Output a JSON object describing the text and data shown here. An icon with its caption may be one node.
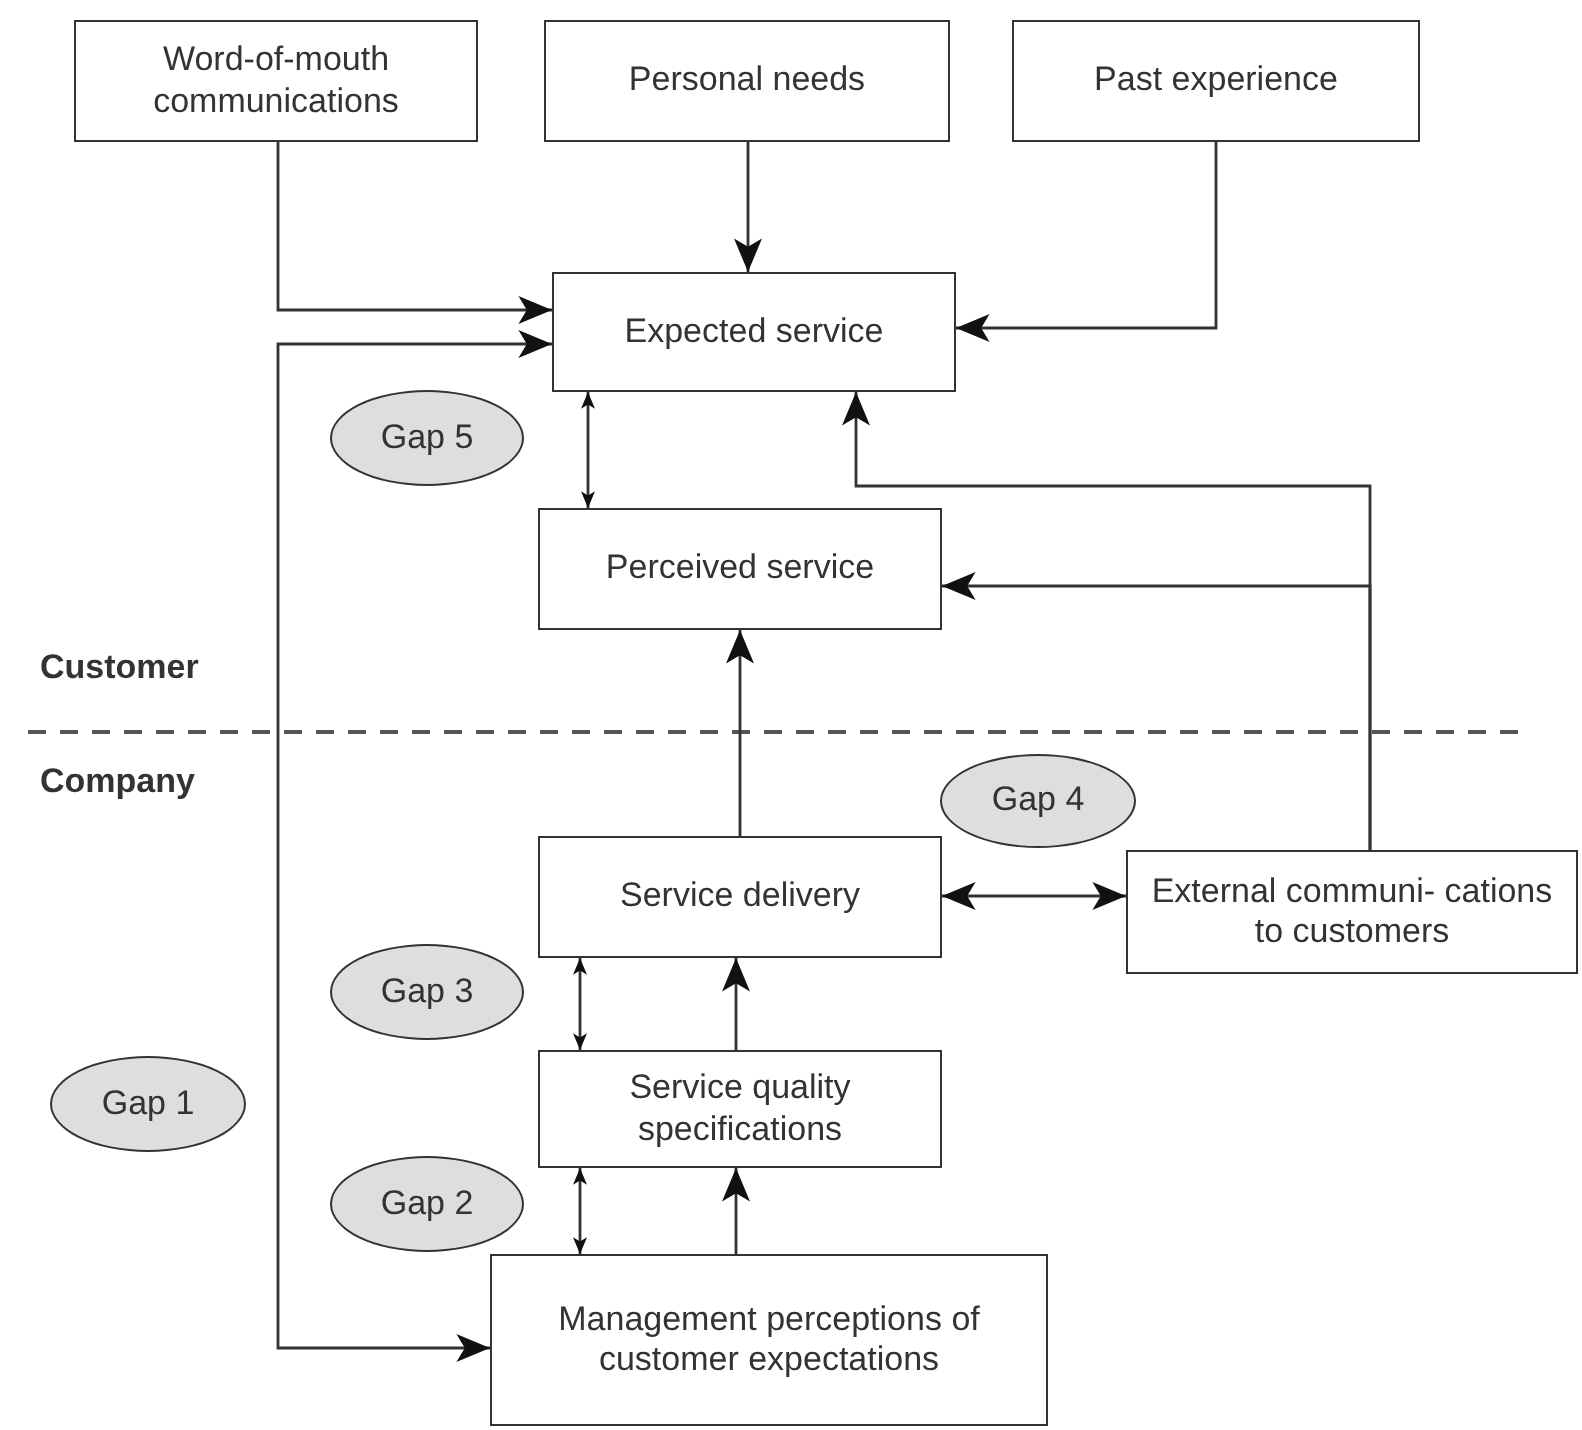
{
  "diagram": {
    "nodes": [
      {
        "text": [
          "Word-of-mouth communications"
        ]
      },
      {
        "text": [
          "Personal needs"
        ]
      },
      {
        "text": [
          "Past experience"
        ]
      },
      {
        "text": [
          "Expected service"
        ]
      },
      {
        "text": [
          "Perceived service"
        ]
      },
      {
        "text": [
          "Gap 5"
        ]
      },
      {
        "text": [
          "Gap 4"
        ]
      },
      {
        "text": [
          "Service delivery"
        ]
      },
      {
        "text": [
          "External communi- cations to customers"
        ]
      },
      {
        "text": [
          "Gap 3"
        ]
      },
      {
        "text": [
          "Gap 1"
        ]
      },
      {
        "text": [
          "Service quality specifications"
        ]
      },
      {
        "text": [
          "Gap 2"
        ]
      },
      {
        "text": [
          "Management perceptions of customer expectations"
        ]
      }
    ],
    "edges": [
      {
        "from": 0,
        "to": 3,
        "arrow": "to"
      },
      {
        "from": 1,
        "to": 3,
        "arrow": "to"
      },
      {
        "from": 2,
        "to": 3,
        "arrow": "to"
      },
      {
        "from": 3,
        "to": 13,
        "arrow": "both"
      },
      {
        "from": 3,
        "to": 4,
        "arrow": "both"
      },
      {
        "from": 8,
        "to": 3,
        "arrow": "to"
      },
      {
        "from": 8,
        "to": 4,
        "arrow": "to"
      },
      {
        "from": 7,
        "to": 4,
        "arrow": "to"
      },
      {
        "from": 7,
        "to": 8,
        "arrow": "both"
      },
      {
        "from": 7,
        "to": 11,
        "arrow": "both"
      },
      {
        "from": 11,
        "to": 7,
        "arrow": "to"
      },
      {
        "from": 11,
        "to": 13,
        "arrow": "both"
      },
      {
        "from": 13,
        "to": 11,
        "arrow": "to"
      }
    ],
    "labels": [
      "Customer",
      "Company"
    ]
  }
}
